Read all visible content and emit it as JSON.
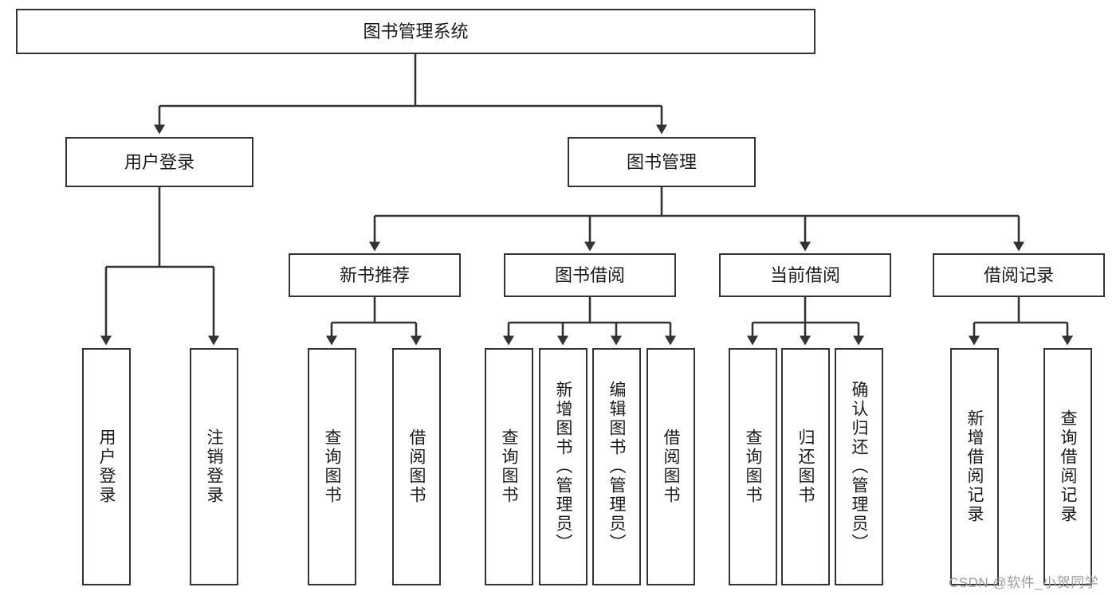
{
  "diagram": {
    "title": "图书管理系统",
    "type": "tree-hierarchy",
    "colors": {
      "stroke": "#333333",
      "fill": "#ffffff",
      "text": "#1a1a1a",
      "watermark": "#9b9b9b"
    },
    "nodes": {
      "root": {
        "label": "图书管理系统"
      },
      "level2": [
        {
          "label": "用户登录"
        },
        {
          "label": "图书管理"
        }
      ],
      "level3": [
        {
          "label": "新书推荐"
        },
        {
          "label": "图书借阅"
        },
        {
          "label": "当前借阅"
        },
        {
          "label": "借阅记录"
        }
      ],
      "leaves_user_login": [
        {
          "label": "用户登录"
        },
        {
          "label": "注销登录"
        }
      ],
      "leaves_new_book": [
        {
          "label": "查询图书"
        },
        {
          "label": "借阅图书"
        }
      ],
      "leaves_borrow": [
        {
          "label": "查询图书"
        },
        {
          "label": "新增图书（管理员）"
        },
        {
          "label": "编辑图书（管理员）"
        },
        {
          "label": "借阅图书"
        }
      ],
      "leaves_current": [
        {
          "label": "查询图书"
        },
        {
          "label": "归还图书"
        },
        {
          "label": "确认归还（管理员）"
        }
      ],
      "leaves_records": [
        {
          "label": "新增借阅记录"
        },
        {
          "label": "查询借阅记录"
        }
      ]
    },
    "watermark": "CSDN @软件_小贺同学"
  }
}
